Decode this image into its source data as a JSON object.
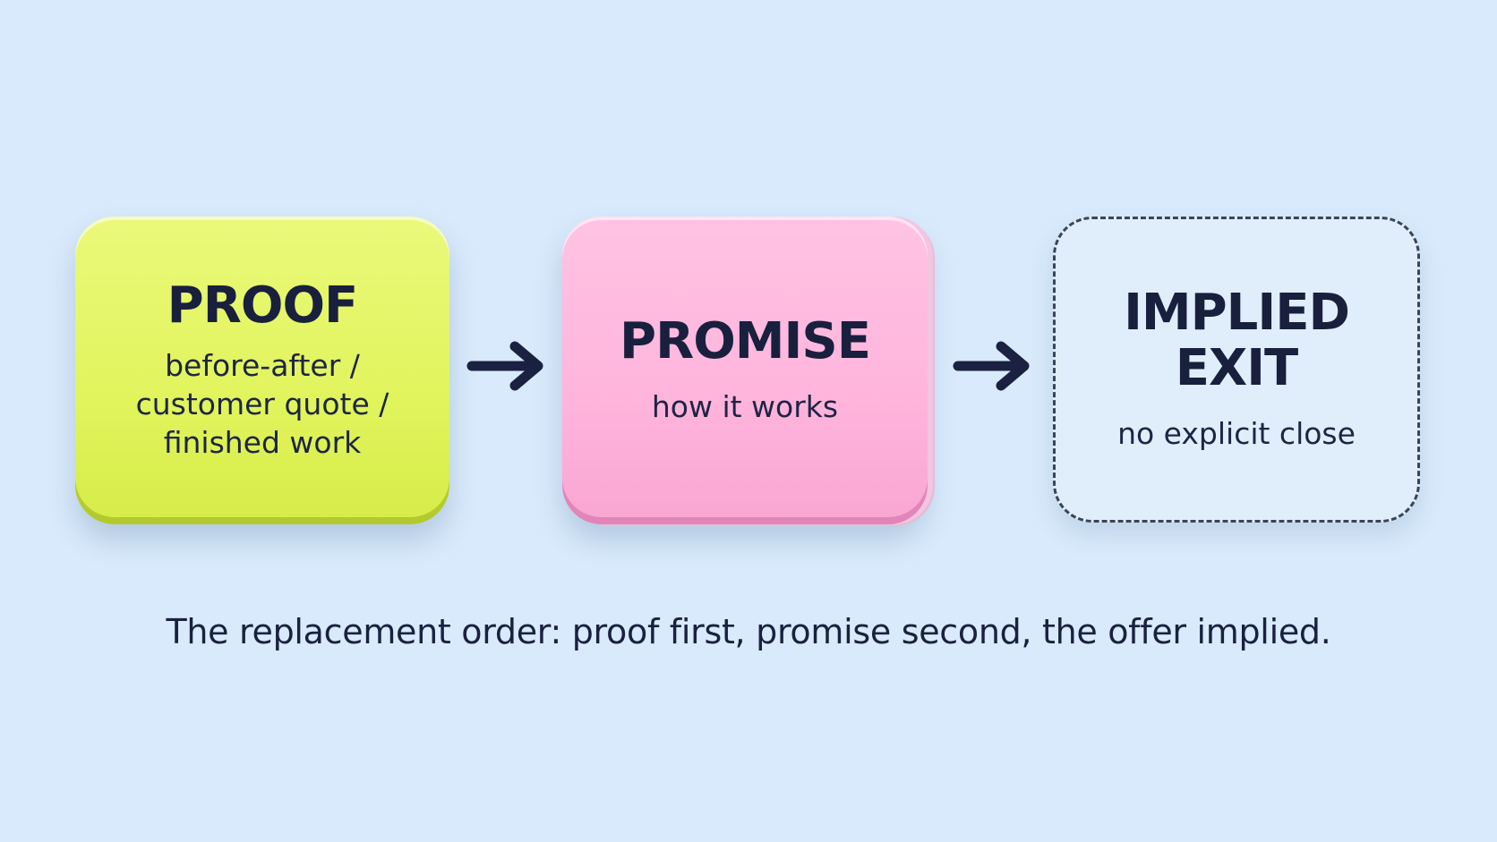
{
  "steps": [
    {
      "title": "PROOF",
      "subtitle": "before-after /\ncustomer quote /\nfinished work",
      "color": "#e3f55f"
    },
    {
      "title": "PROMISE",
      "subtitle": "how it works",
      "color": "#ffb6dd"
    },
    {
      "title": "IMPLIED EXIT",
      "subtitle": "no explicit close",
      "color": "#e2eefa"
    }
  ],
  "caption": "The replacement order: proof first, promise second, the offer implied.",
  "colors": {
    "background": "#d8eafb",
    "text": "#1a2140",
    "arrow": "#1b2140"
  }
}
